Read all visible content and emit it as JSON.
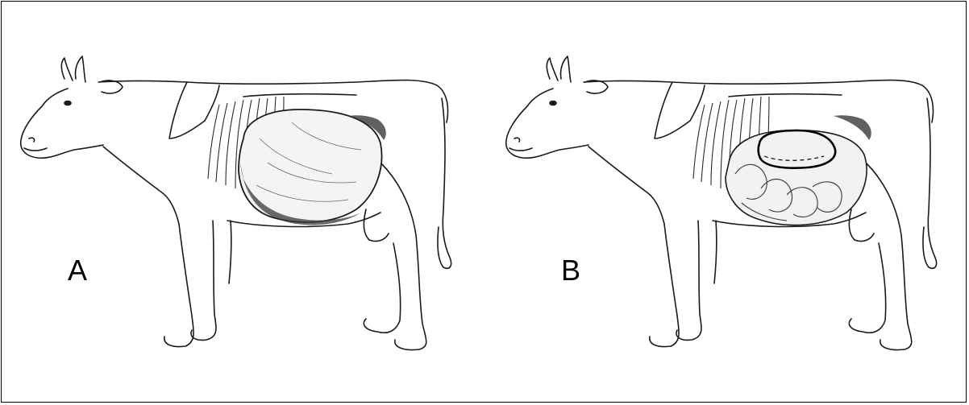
{
  "figure": {
    "panels": [
      {
        "label": "A",
        "illustration": "cow-rumen-left-side"
      },
      {
        "label": "B",
        "illustration": "cow-rumen-with-highlighted-region"
      }
    ],
    "colors": {
      "line": "#1a1a1a",
      "shading": "#3a3a3a",
      "highlight": "#000000",
      "background": "#ffffff"
    }
  }
}
